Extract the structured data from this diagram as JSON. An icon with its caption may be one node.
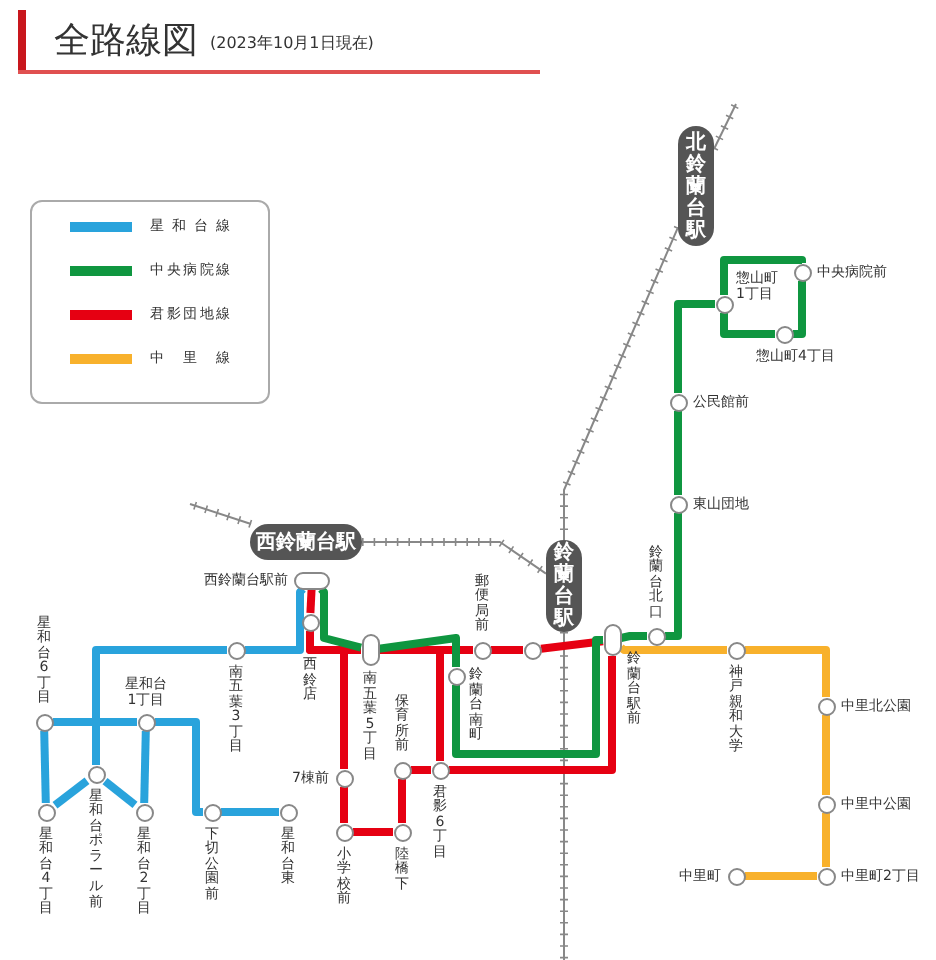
{
  "diagram": {
    "title": "全路線図",
    "caption": "(2023年10月1日現在)",
    "nodes": [
      {
        "text": [
          "西鈴蘭台駅"
        ]
      },
      {
        "text": [
          "鈴蘭台駅"
        ]
      },
      {
        "text": [
          "北鈴蘭台駅"
        ]
      },
      {
        "text": [
          "西鈴蘭台駅前"
        ]
      },
      {
        "text": [
          "西鈴店"
        ]
      },
      {
        "text": [
          "南五葉3丁目"
        ]
      },
      {
        "text": [
          "南五葉5丁目"
        ]
      },
      {
        "text": [
          "郵便局前"
        ]
      },
      {
        "text": [],
        "shape": "circle"
      },
      {
        "text": [
          "鈴蘭台南町"
        ]
      },
      {
        "text": [
          "鈴蘭台駅前"
        ]
      },
      {
        "text": [
          "鈴蘭台北口"
        ]
      },
      {
        "text": [
          "東山団地"
        ]
      },
      {
        "text": [
          "公民館前"
        ]
      },
      {
        "text": [
          "惣山町1丁目"
        ]
      },
      {
        "text": [
          "中央病院前"
        ]
      },
      {
        "text": [
          "惣山町4丁目"
        ]
      },
      {
        "text": [
          "星和台6丁目"
        ]
      },
      {
        "text": [
          "星和台1丁目"
        ]
      },
      {
        "text": [
          "星和台ポラール前"
        ]
      },
      {
        "text": [
          "星和台4丁目"
        ]
      },
      {
        "text": [
          "星和台2丁目"
        ]
      },
      {
        "text": [
          "下切公園前"
        ]
      },
      {
        "text": [
          "星和台東"
        ]
      },
      {
        "text": [
          "7棟前"
        ]
      },
      {
        "text": [
          "小学校前"
        ]
      },
      {
        "text": [
          "陸橋下"
        ]
      },
      {
        "text": [
          "保育所前"
        ]
      },
      {
        "text": [
          "君影6丁目"
        ]
      },
      {
        "text": [
          "神戸親和大学"
        ]
      },
      {
        "text": [
          "中里北公園"
        ]
      },
      {
        "text": [
          "中里中公園"
        ]
      },
      {
        "text": [
          "中里町2丁目"
        ]
      },
      {
        "text": [
          "中里町"
        ]
      }
    ],
    "edges": [
      {
        "from": 3,
        "to": 5,
        "arrow": "none",
        "color": "#29a3dc"
      },
      {
        "from": 5,
        "to": 19,
        "arrow": "none",
        "color": "#29a3dc"
      },
      {
        "from": 19,
        "to": 20,
        "arrow": "none",
        "color": "#29a3dc"
      },
      {
        "from": 19,
        "to": 21,
        "arrow": "none",
        "color": "#29a3dc"
      },
      {
        "from": 17,
        "to": 18,
        "arrow": "none",
        "color": "#29a3dc"
      },
      {
        "from": 17,
        "to": 20,
        "arrow": "none",
        "color": "#29a3dc"
      },
      {
        "from": 18,
        "to": 21,
        "arrow": "none",
        "color": "#29a3dc"
      },
      {
        "from": 18,
        "to": 22,
        "arrow": "none",
        "color": "#29a3dc"
      },
      {
        "from": 22,
        "to": 23,
        "arrow": "none",
        "color": "#29a3dc"
      },
      {
        "from": 3,
        "to": 4,
        "arrow": "none",
        "color": "#e60012"
      },
      {
        "from": 4,
        "to": 6,
        "arrow": "none",
        "color": "#e60012"
      },
      {
        "from": 4,
        "to": 24,
        "arrow": "none",
        "color": "#e60012"
      },
      {
        "from": 24,
        "to": 25,
        "arrow": "none",
        "color": "#e60012"
      },
      {
        "from": 25,
        "to": 26,
        "arrow": "none",
        "color": "#e60012"
      },
      {
        "from": 26,
        "to": 27,
        "arrow": "none",
        "color": "#e60012"
      },
      {
        "from": 27,
        "to": 28,
        "arrow": "none",
        "color": "#e60012"
      },
      {
        "from": 6,
        "to": 28,
        "arrow": "none",
        "color": "#e60012"
      },
      {
        "from": 6,
        "to": 7,
        "arrow": "none",
        "color": "#e60012"
      },
      {
        "from": 7,
        "to": 8,
        "arrow": "none",
        "color": "#e60012"
      },
      {
        "from": 8,
        "to": 10,
        "arrow": "none",
        "color": "#e60012"
      },
      {
        "from": 28,
        "to": 10,
        "arrow": "none",
        "color": "#e60012"
      },
      {
        "from": 3,
        "to": 6,
        "arrow": "none",
        "color": "#0f9640"
      },
      {
        "from": 6,
        "to": 9,
        "arrow": "none",
        "color": "#0f9640"
      },
      {
        "from": 9,
        "to": 10,
        "arrow": "none",
        "color": "#0f9640"
      },
      {
        "from": 10,
        "to": 11,
        "arrow": "none",
        "color": "#0f9640"
      },
      {
        "from": 11,
        "to": 12,
        "arrow": "none",
        "color": "#0f9640"
      },
      {
        "from": 12,
        "to": 13,
        "arrow": "none",
        "color": "#0f9640"
      },
      {
        "from": 13,
        "to": 14,
        "arrow": "none",
        "color": "#0f9640"
      },
      {
        "from": 14,
        "to": 15,
        "arrow": "none",
        "color": "#0f9640"
      },
      {
        "from": 15,
        "to": 16,
        "arrow": "none",
        "color": "#0f9640"
      },
      {
        "from": 16,
        "to": 14,
        "arrow": "none",
        "color": "#0f9640"
      },
      {
        "from": 10,
        "to": 29,
        "arrow": "none",
        "color": "#f8b12c"
      },
      {
        "from": 29,
        "to": 30,
        "arrow": "none",
        "color": "#f8b12c"
      },
      {
        "from": 30,
        "to": 31,
        "arrow": "none",
        "color": "#f8b12c"
      },
      {
        "from": 31,
        "to": 32,
        "arrow": "none",
        "color": "#f8b12c"
      },
      {
        "from": 32,
        "to": 33,
        "arrow": "none",
        "color": "#f8b12c"
      },
      {
        "from": 0,
        "to": 1,
        "arrow": "none",
        "color": "#888888"
      },
      {
        "from": 2,
        "to": 1,
        "arrow": "none",
        "color": "#888888"
      },
      {
        "from": 0,
        "to": null,
        "arrow": "none",
        "color": "#888888"
      },
      {
        "from": 2,
        "to": null,
        "arrow": "none",
        "color": "#888888"
      },
      {
        "from": 1,
        "to": null,
        "arrow": "none",
        "color": "#888888"
      }
    ],
    "legend": [
      {
        "text": "星和台線",
        "color": "#29a3dc"
      },
      {
        "text": "中央病院線",
        "color": "#0f9640"
      },
      {
        "text": "君影団地線",
        "color": "#e60012"
      },
      {
        "text": "中里線",
        "color": "#f8b12c"
      }
    ]
  }
}
